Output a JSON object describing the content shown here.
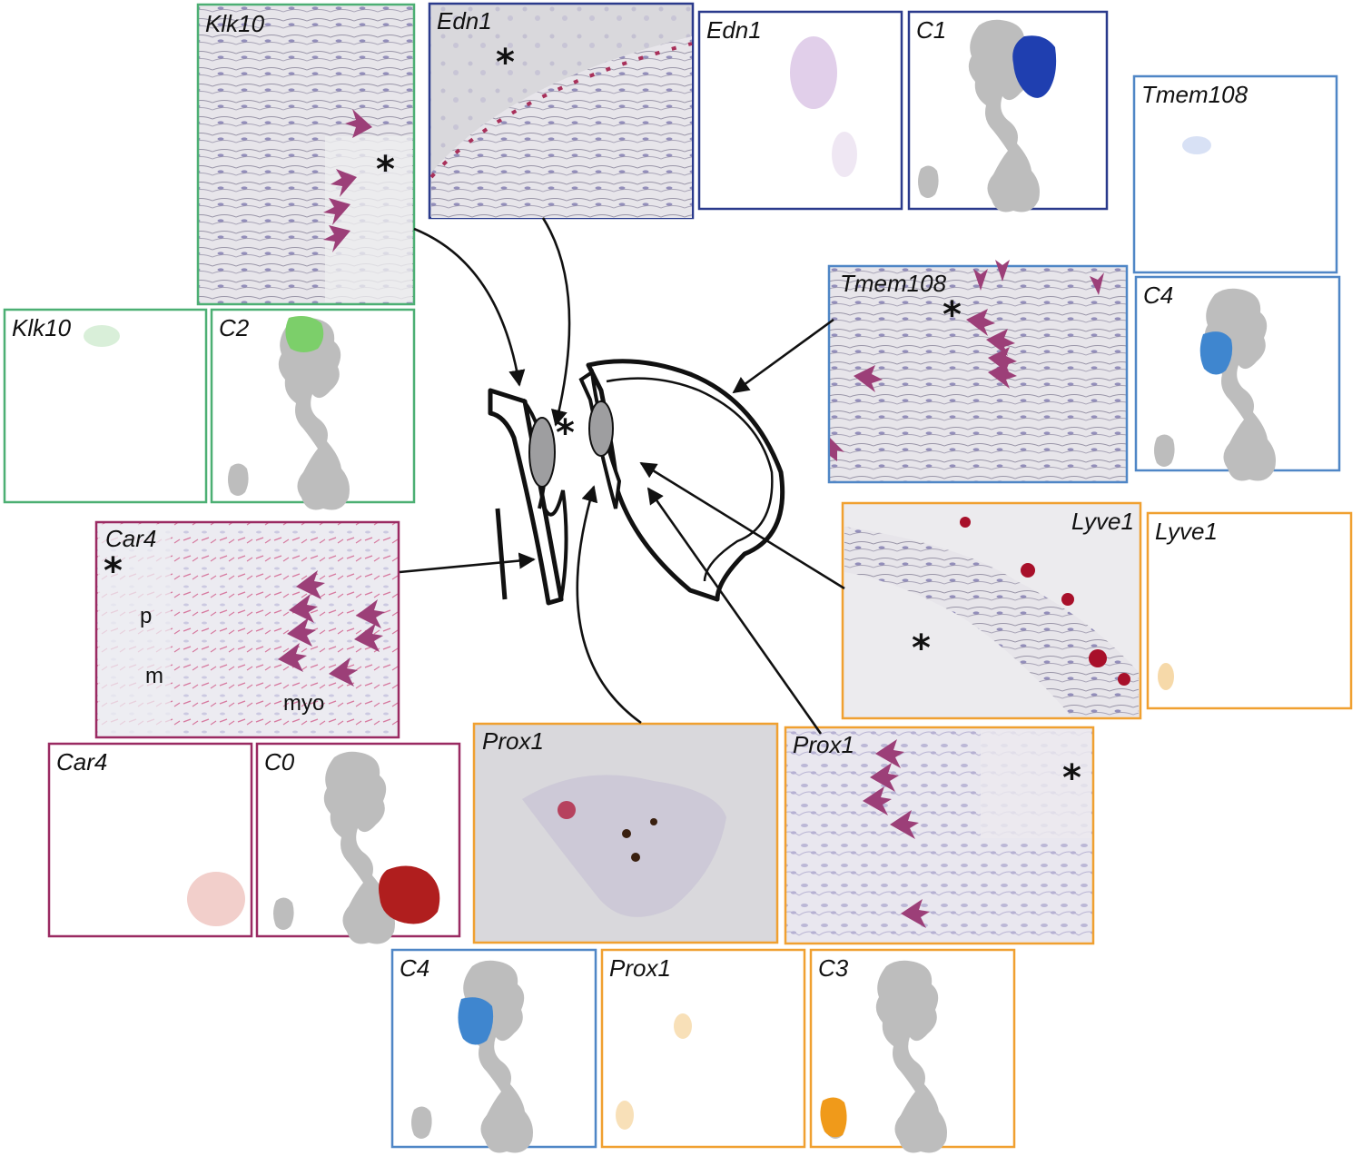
{
  "colors": {
    "klk10": "#4caf73",
    "edn1": "#2a3a8c",
    "tmem108": "#4f86c6",
    "car4": "#9a2a62",
    "prox1": "#f0a030",
    "stain_red": "#a8305a",
    "arrow": "#9c3f78",
    "umap_grey": "#bdbdbd",
    "c0_red": "#b01e1e",
    "c1_blue": "#1f3fb0",
    "c2_green": "#7ccf6a",
    "c3_orange": "#f09a1a",
    "c4_blue": "#3f86cf"
  },
  "panels": {
    "klk10_histo": {
      "label": "Klk10"
    },
    "edn1_histo": {
      "label": "Edn1"
    },
    "edn1_umap": {
      "label": "Edn1"
    },
    "c1_umap": {
      "label": "C1"
    },
    "tmem108_umap": {
      "label": "Tmem108"
    },
    "tmem108_histo": {
      "label": "Tmem108"
    },
    "c4_umap_right": {
      "label": "C4"
    },
    "klk10_umap": {
      "label": "Klk10"
    },
    "c2_umap": {
      "label": "C2"
    },
    "car4_histo": {
      "label": "Car4",
      "layer_p": "p",
      "layer_m": "m",
      "layer_myo": "myo"
    },
    "lyve1_histo": {
      "label": "Lyve1"
    },
    "lyve1_umap": {
      "label": "Lyve1"
    },
    "car4_umap": {
      "label": "Car4"
    },
    "c0_umap": {
      "label": "C0"
    },
    "prox1_histo_left": {
      "label": "Prox1"
    },
    "prox1_histo_right": {
      "label": "Prox1"
    },
    "c4_umap_bottom": {
      "label": "C4"
    },
    "prox1_umap": {
      "label": "Prox1"
    },
    "c3_umap": {
      "label": "C3"
    }
  },
  "lumen_marker": "*"
}
